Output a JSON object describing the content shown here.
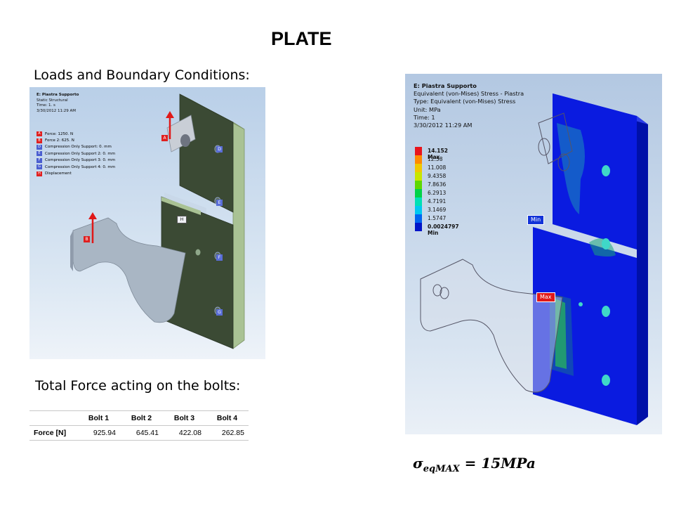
{
  "title": "PLATE",
  "loads_heading": "Loads and Boundary Conditions:",
  "force_heading": "Total Force acting on the bolts:",
  "left_figure": {
    "info": [
      "E: Piastra Supporto",
      "Static Structural",
      "Time: 1. s",
      "3/30/2012 11:29 AM"
    ],
    "legend": [
      {
        "tag": "A",
        "color": "#e02020",
        "text": "Force: 1250. N"
      },
      {
        "tag": "B",
        "color": "#e02020",
        "text": "Force 2: 625. N"
      },
      {
        "tag": "D",
        "color": "#4a5ed0",
        "text": "Compression Only Support: 0. mm"
      },
      {
        "tag": "E",
        "color": "#4a5ed0",
        "text": "Compression Only Support 2: 0. mm"
      },
      {
        "tag": "F",
        "color": "#4a5ed0",
        "text": "Compression Only Support 3: 0. mm"
      },
      {
        "tag": "G",
        "color": "#4a5ed0",
        "text": "Compression Only Support 4: 0. mm"
      },
      {
        "tag": "H",
        "color": "#e02020",
        "text": "Displacement"
      }
    ],
    "markers": {
      "A": "A",
      "B": "B",
      "D": "D",
      "E": "E",
      "F": "F",
      "G": "G",
      "H": "H"
    }
  },
  "right_figure": {
    "info": [
      "E: Piastra Supporto",
      "Equivalent (von-Mises) Stress - Piastra",
      "Type: Equivalent (von-Mises) Stress",
      "Unit: MPa",
      "Time: 1",
      "3/30/2012 11:29 AM"
    ],
    "scale": [
      {
        "label": "14.152 Max",
        "color": "#e8141c",
        "bold": true
      },
      {
        "label": "12.58",
        "color": "#ff8a00"
      },
      {
        "label": "11.008",
        "color": "#f0c800"
      },
      {
        "label": "9.4358",
        "color": "#c8e600"
      },
      {
        "label": "7.8636",
        "color": "#5ed800"
      },
      {
        "label": "6.2913",
        "color": "#00d248"
      },
      {
        "label": "4.7191",
        "color": "#00e0b4"
      },
      {
        "label": "3.1469",
        "color": "#00c8f0"
      },
      {
        "label": "1.5747",
        "color": "#0064f0"
      },
      {
        "label": "0.0024797 Min",
        "color": "#0014c8",
        "bold": true
      }
    ],
    "min_label": "Min",
    "max_label": "Max"
  },
  "table": {
    "headers": [
      "Bolt 1",
      "Bolt 2",
      "Bolt 3",
      "Bolt 4"
    ],
    "row_label": "Force [N]",
    "values": [
      "925.94",
      "645.41",
      "422.08",
      "262.85"
    ]
  },
  "formula": {
    "sigma": "σ",
    "sub": "eqMAX",
    "rhs": " = 15MPa"
  },
  "colors": {
    "plate_dark": "#3b4a34",
    "plate_edge": "#9fb88a",
    "bracket": "#a9b6c4",
    "stress_blue": "#0a1be0"
  }
}
